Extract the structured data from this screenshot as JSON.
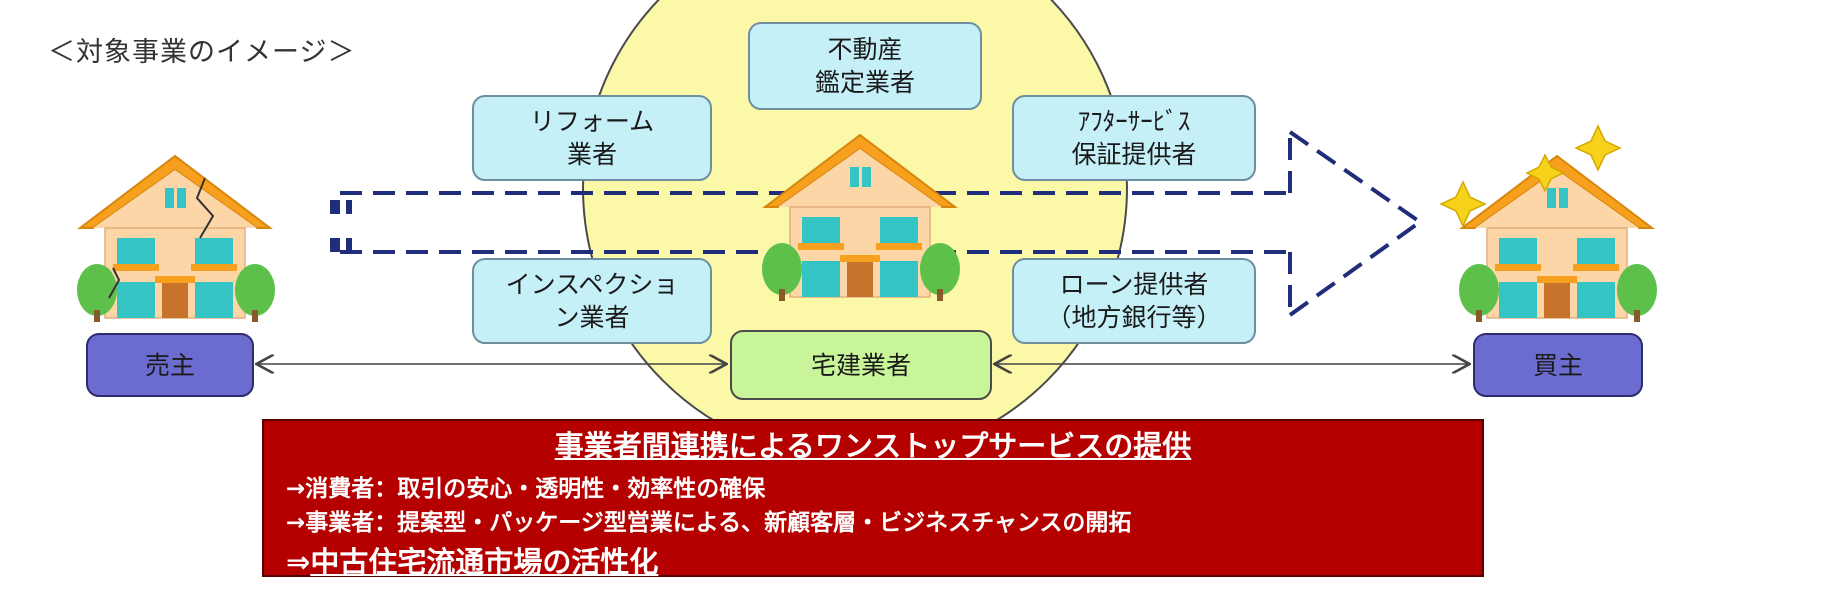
{
  "caption": "＜対象事業のイメージ＞",
  "services": {
    "appraisal": [
      "不動産",
      "鑑定業者"
    ],
    "reform": [
      "リフォーム",
      "業者"
    ],
    "afterservice": [
      "ｱﾌﾀｰｻｰﾋﾞｽ",
      "保証提供者"
    ],
    "inspection": [
      "インスペクショ",
      "ン業者"
    ],
    "loan": [
      "ローン提供者",
      "（地方銀行等）"
    ]
  },
  "seller_label": "売主",
  "buyer_label": "買主",
  "broker_label": "宅建業者",
  "banner": {
    "title": "事業者間連携によるワンストップサービスの提供",
    "line1": "→消費者：取引の安心・透明性・効率性の確保",
    "line2": "→事業者：提案型・パッケージ型営業による、新顧客層・ビジネスチャンスの開拓",
    "conclusion_arrow": "⇒",
    "conclusion_text": "中古住宅流通市場の活性化"
  },
  "colors": {
    "circle": "#fbf8a8",
    "service_box": "#c6f0f8",
    "party_box": "#6c6cd0",
    "broker_box": "#c8f49a",
    "banner": "#b50000",
    "dash_arrow": "#1f2d7a",
    "house_roof": "#f6a01e",
    "house_wall": "#fdd6a8",
    "house_window": "#35c4c4",
    "tree": "#5cc04a",
    "sparkle": "#f7d21a"
  }
}
